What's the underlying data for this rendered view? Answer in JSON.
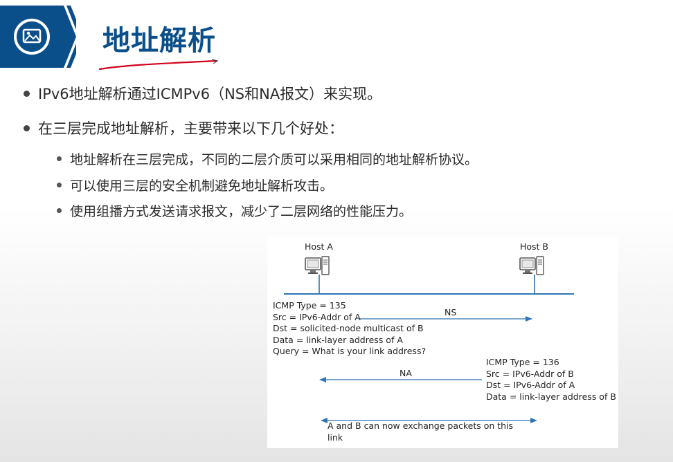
{
  "slide": {
    "title": "地址解析",
    "bullets": [
      "IPv6地址解析通过ICMPv6（NS和NA报文）来实现。",
      "在三层完成地址解析，主要带来以下几个好处："
    ],
    "sub_bullets": [
      "地址解析在三层完成，不同的二层介质可以采用相同的地址解析协议。",
      "可以使用三层的安全机制避免地址解析攻击。",
      "使用组播方式发送请求报文，减少了二层网络的性能压力。"
    ]
  },
  "diagram": {
    "host_a": "Host A",
    "host_b": "Host B",
    "ns_lines": [
      "ICMP Type = 135",
      "Src = IPv6-Addr of A",
      "Dst = solicited-node multicast of B",
      "Data = link-layer address of A",
      "Query = What is your link address?"
    ],
    "ns_label": "NS",
    "na_lines": [
      "ICMP Type = 136",
      "Src = IPv6-Addr of B",
      "Dst = IPv6-Addr of A",
      "Data = link-layer address of B"
    ],
    "na_label": "NA",
    "exchange_lines": [
      "A and B can now exchange packets on this",
      "link"
    ]
  },
  "colors": {
    "brand": "#0b4f8a",
    "arrow": "#2f74b5",
    "underline": "#d0021b"
  },
  "icons": {
    "banner": "image-icon",
    "host": "computer-icon"
  }
}
